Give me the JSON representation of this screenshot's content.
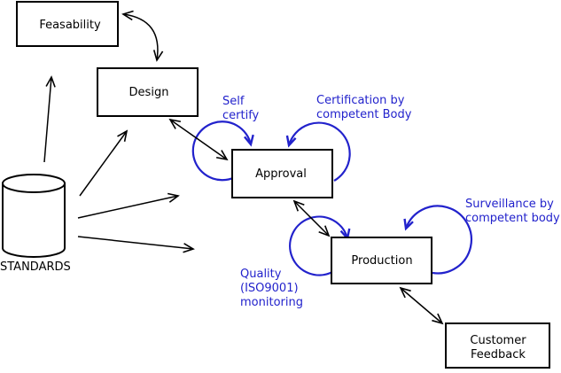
{
  "colors": {
    "ink": "#000000",
    "accent": "#2222cc",
    "background": "#ffffff"
  },
  "nodes": {
    "feasability": {
      "label": "Feasability"
    },
    "design": {
      "label": "Design"
    },
    "approval": {
      "label": "Approval"
    },
    "production": {
      "label": "Production"
    },
    "customer_feedback": {
      "line1": "Customer",
      "line2": "Feedback"
    }
  },
  "datastore": {
    "label": "STANDARDS"
  },
  "annotations": {
    "self_certify": {
      "line1": "Self",
      "line2": "certify"
    },
    "certification": {
      "line1": "Certification by",
      "line2": "competent Body"
    },
    "surveillance": {
      "line1": "Surveillance by",
      "line2": "competent body"
    },
    "quality": {
      "line1": "Quality",
      "line2": "(ISO9001)",
      "line3": "monitoring"
    }
  }
}
